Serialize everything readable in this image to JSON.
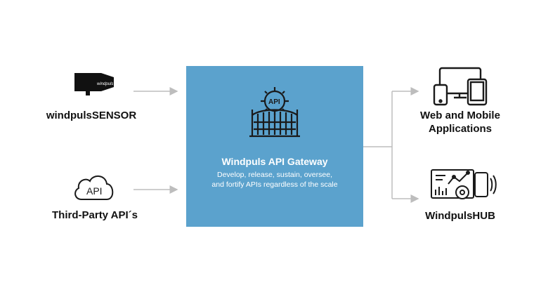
{
  "gateway": {
    "title": "Windpuls API Gateway",
    "description_line1": "Develop, release, sustain, oversee,",
    "description_line2": "and fortify APIs regardless of the scale",
    "icon_text": "API",
    "color": "#5ba2cd"
  },
  "inputs": {
    "sensor": {
      "label": "windpulsSENSOR",
      "device_text": "windpuls",
      "icon": "sensor-device-icon"
    },
    "third_party": {
      "label": "Third-Party API´s",
      "cloud_text": "API",
      "icon": "cloud-api-icon"
    }
  },
  "outputs": {
    "apps": {
      "label_line1": "Web and Mobile",
      "label_line2": "Applications",
      "icon": "devices-icon"
    },
    "hub": {
      "label": "WindpulsHUB",
      "icon": "dashboard-icon"
    }
  },
  "colors": {
    "arrow": "#bdbdbd",
    "icon": "#1a1a1a"
  }
}
